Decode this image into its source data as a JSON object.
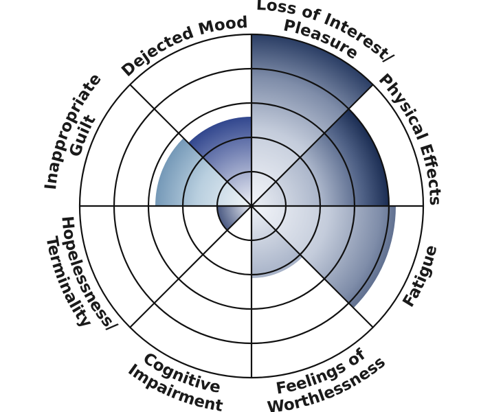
{
  "chart_data": {
    "type": "polar-area",
    "title": "",
    "rings": 5,
    "rmax": 5,
    "grid": true,
    "categories": [
      {
        "label": "Loss of Interest/ Pleasure",
        "lines": [
          "Loss of Interest/",
          "Pleasure"
        ],
        "value": 5.0
      },
      {
        "label": "Physical Effects",
        "lines": [
          "Physical Effects"
        ],
        "value": 4.0
      },
      {
        "label": "Fatigue",
        "lines": [
          "Fatigue"
        ],
        "value": 4.2
      },
      {
        "label": "Feelings of Worthlessness",
        "lines": [
          "Feelings of",
          "Worthlessness"
        ],
        "value": 2.1
      },
      {
        "label": "Cognitive Impairment",
        "lines": [
          "Cognitive",
          "Impairment"
        ],
        "value": 0
      },
      {
        "label": "Hopelessness/ Terminality",
        "lines": [
          "Hopelessness/",
          "Terminality"
        ],
        "value": 1.0
      },
      {
        "label": "Inappropriate Guilt",
        "lines": [
          "Inappropriate",
          "Guilt"
        ],
        "value": 2.8
      },
      {
        "label": "Dejected Mood",
        "lines": [
          "Dejected Mood"
        ],
        "value": 2.6
      }
    ],
    "colors": {
      "center": "#f4f6fa",
      "mid": "#9aa6bd",
      "edge": "#1c2f55",
      "guilt_edge": "#7898b5",
      "grid": "#111111"
    }
  }
}
